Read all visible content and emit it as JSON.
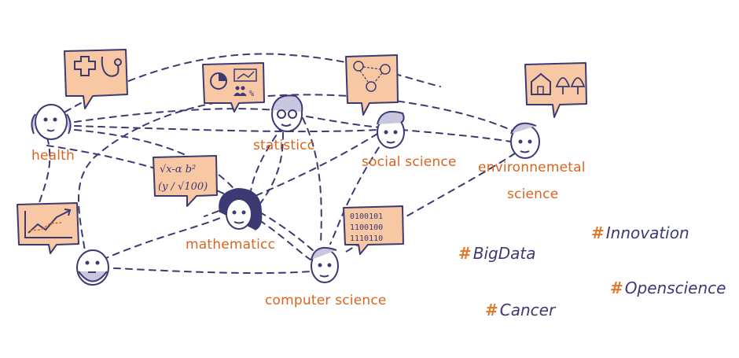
{
  "nodes": {
    "health": "health",
    "statistics": "statisticc",
    "social_science": "social science",
    "environmental_line1": "environnemetal",
    "environmental_line2": "science",
    "mathematics": "mathematicc",
    "computer_science": "computer science"
  },
  "cards": {
    "formula_top": "√x-α  b²",
    "formula_bottom": "(y / √100)",
    "binary_lines": [
      "0100101",
      "1100100",
      "1110110"
    ]
  },
  "hashtags": {
    "bigdata": "BigData",
    "innovation": "Innovation",
    "opensciencce": "Openscience",
    "cancer": "Cancer"
  },
  "colors": {
    "ink": "#3b3a73",
    "card_fill": "#f7c8a3",
    "label_orange": "#d9641f"
  }
}
